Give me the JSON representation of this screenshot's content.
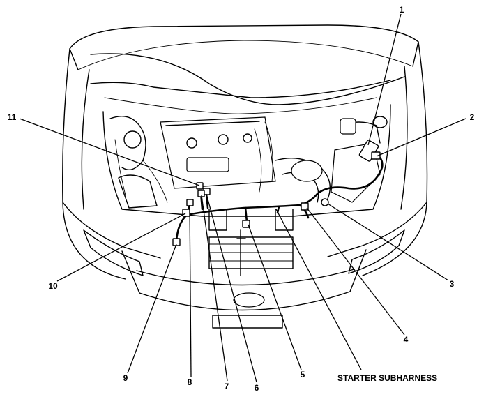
{
  "callouts": [
    {
      "id": "1",
      "label": "1"
    },
    {
      "id": "2",
      "label": "2"
    },
    {
      "id": "3",
      "label": "3"
    },
    {
      "id": "4",
      "label": "4"
    },
    {
      "id": "5",
      "label": "5"
    },
    {
      "id": "6",
      "label": "6"
    },
    {
      "id": "7",
      "label": "7"
    },
    {
      "id": "8",
      "label": "8"
    },
    {
      "id": "9",
      "label": "9"
    },
    {
      "id": "10",
      "label": "10"
    },
    {
      "id": "11",
      "label": "11"
    }
  ],
  "caption": "STARTER SUBHARNESS"
}
